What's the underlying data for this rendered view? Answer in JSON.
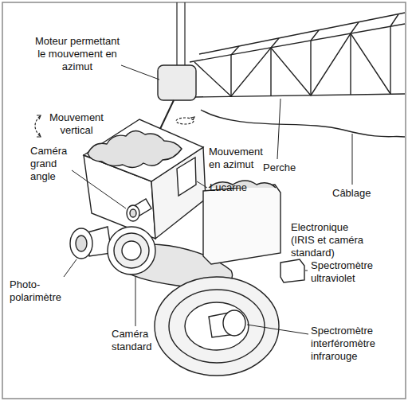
{
  "diagram": {
    "labels": [
      "Moteur permettant le mouvement en azimut",
      "Mouvement vertical",
      "Mouvement en azimut",
      "Perche",
      "Câblage",
      "Caméra grand angle",
      "Lucarne",
      "Electronique (IRIS et caméra standard)",
      "Spectromètre ultraviolet",
      "Photo-polarimètre",
      "Caméra standard",
      "Spectromètre interféromètre infrarouge"
    ]
  }
}
